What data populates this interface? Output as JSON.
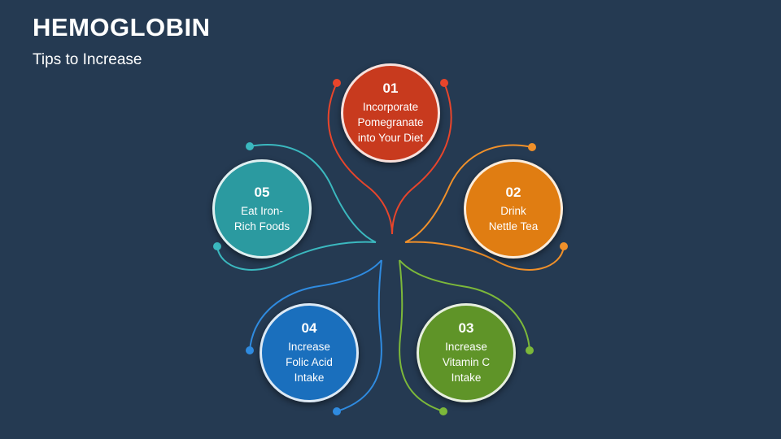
{
  "header": {
    "title": "HEMOGLOBIN",
    "subtitle": "Tips to Increase"
  },
  "steps": [
    {
      "number": "01",
      "text": "Incorporate\nPomegranate\ninto Your Diet",
      "color": "#c83a1e",
      "stroke": "#e8452b"
    },
    {
      "number": "02",
      "text": "Drink\nNettle Tea",
      "color": "#e07d12",
      "stroke": "#f0902a"
    },
    {
      "number": "03",
      "text": "Increase\nVitamin C\nIntake",
      "color": "#5f9428",
      "stroke": "#7cb83a"
    },
    {
      "number": "04",
      "text": "Increase\nFolic Acid\nIntake",
      "color": "#1a6fbd",
      "stroke": "#2f8be0"
    },
    {
      "number": "05",
      "text": "Eat Iron-\nRich Foods",
      "color": "#2b9aa0",
      "stroke": "#3bb8bf"
    }
  ]
}
